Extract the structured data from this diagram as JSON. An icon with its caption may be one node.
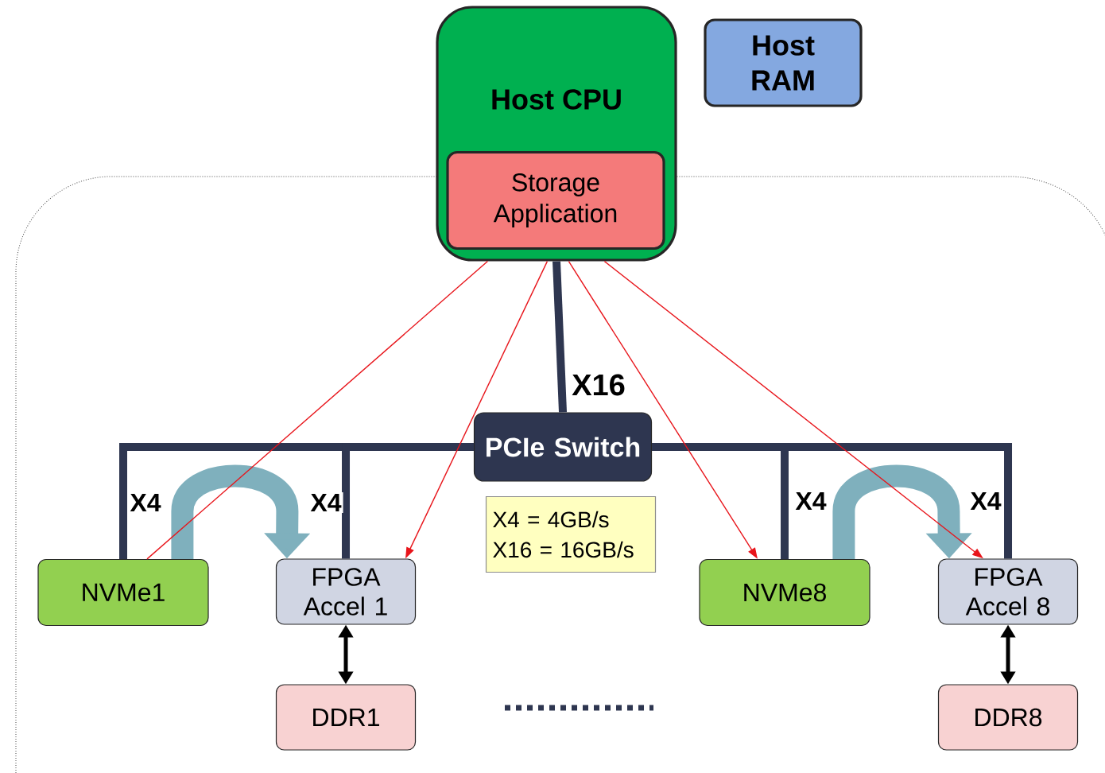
{
  "diagram": {
    "nodes": [
      {
        "text": [
          "Host CPU"
        ]
      },
      {
        "text": [
          "Storage Application"
        ],
        "in": 0
      },
      {
        "text": [
          "Host RAM"
        ]
      },
      {
        "text": [
          "PCIe Switch"
        ]
      },
      {
        "text": [
          "X4 = 4GB/s",
          "X16 = 16GB/s"
        ]
      },
      {
        "text": [
          "NVMe1"
        ]
      },
      {
        "text": [
          "FPGA Accel 1"
        ]
      },
      {
        "text": [
          "DDR1"
        ]
      },
      {
        "text": [
          "NVMe8"
        ]
      },
      {
        "text": [
          "FPGA Accel 8"
        ]
      },
      {
        "text": [
          "DDR8"
        ]
      }
    ],
    "edges": [
      {
        "from": 0,
        "to": 3,
        "arrow": "none",
        "label": "X16"
      },
      {
        "from": 3,
        "to": 5,
        "arrow": "none",
        "label": "X4"
      },
      {
        "from": 3,
        "to": 6,
        "arrow": "none",
        "label": "X4"
      },
      {
        "from": 3,
        "to": 8,
        "arrow": "none",
        "label": "X4"
      },
      {
        "from": 3,
        "to": 9,
        "arrow": "none",
        "label": "X4"
      },
      {
        "from": 5,
        "to": 6,
        "arrow": "to",
        "style": "thick",
        "color": "#7fb0bd"
      },
      {
        "from": 8,
        "to": 9,
        "arrow": "to",
        "style": "thick",
        "color": "#7fb0bd"
      },
      {
        "from": 6,
        "to": 7,
        "arrow": "both",
        "color": "#000000"
      },
      {
        "from": 9,
        "to": 10,
        "arrow": "both",
        "color": "#000000"
      },
      {
        "from": 0,
        "to": 5,
        "arrow": "none",
        "color": "#e8151b"
      },
      {
        "from": 0,
        "to": 6,
        "arrow": "to",
        "color": "#e8151b"
      },
      {
        "from": 0,
        "to": 8,
        "arrow": "to",
        "color": "#e8151b"
      },
      {
        "from": 0,
        "to": 9,
        "arrow": "to",
        "color": "#e8151b"
      }
    ]
  }
}
